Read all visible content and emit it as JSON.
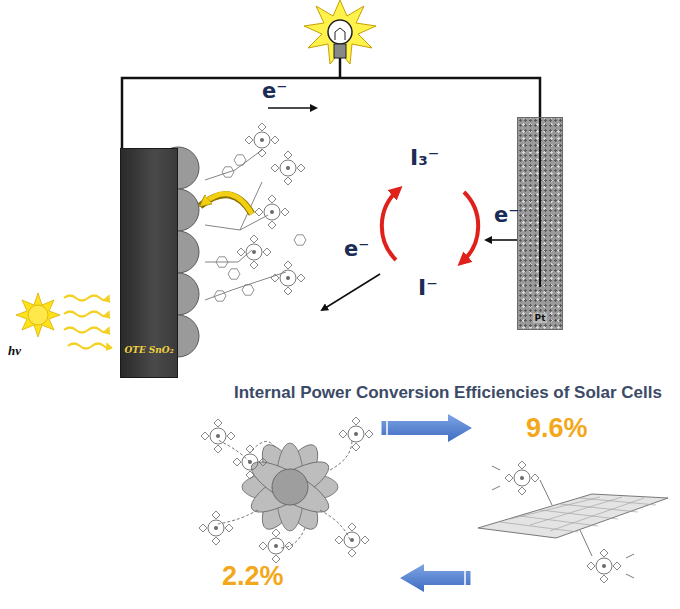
{
  "diagram": {
    "title": "Internal Power Conversion Efficiencies of Solar Cells",
    "nodes": [
      {
        "text": [
          "OTE",
          "SnO₂"
        ]
      },
      {
        "text": [
          "Pt"
        ]
      }
    ],
    "edges": [
      {
        "from": 0,
        "to": 1,
        "arrow": "none"
      }
    ],
    "labels": [
      "e⁻",
      "I₃⁻",
      "e⁻",
      "e⁻",
      "I⁻",
      "hν",
      "9.6%",
      "2.2%"
    ]
  }
}
